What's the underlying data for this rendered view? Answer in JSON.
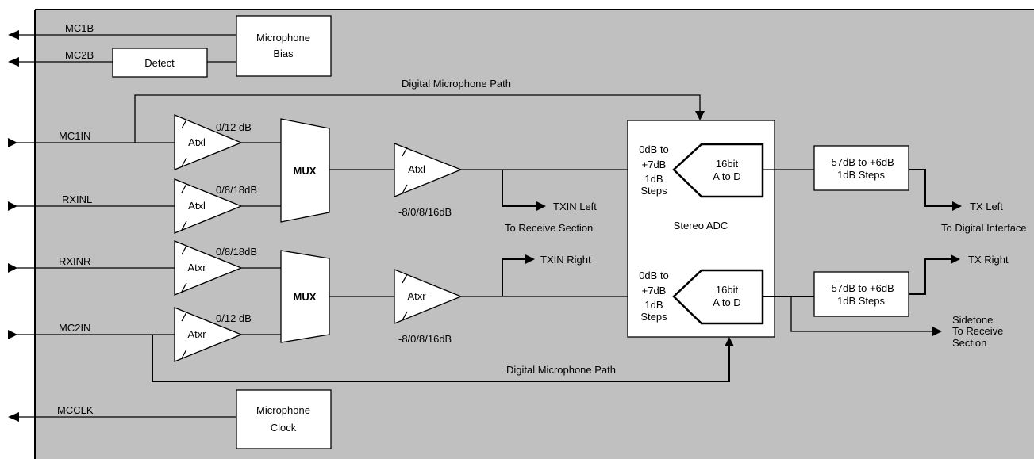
{
  "external_signals": {
    "mc1b": "MC1B",
    "mc2b": "MC2B",
    "mc1in": "MC1IN",
    "rxinl": "RXINL",
    "rxinr": "RXINR",
    "mc2in": "MC2IN",
    "mcclk": "MCCLK"
  },
  "blocks": {
    "mic_bias": [
      "Microphone",
      "Bias"
    ],
    "detect": "Detect",
    "mic_clock": [
      "Microphone",
      "Clock"
    ],
    "mux": "MUX",
    "amp_left": "Atxl",
    "amp_right": "Atxr",
    "adc_label": "Stereo ADC",
    "adc_gain": [
      "0dB to",
      "+7dB",
      "1dB",
      "Steps"
    ],
    "adc_conv": [
      "16bit",
      "A to D"
    ],
    "digital_gain": [
      "-57dB to +6dB",
      "1dB Steps"
    ]
  },
  "gains": {
    "mc1in": "0/12 dB",
    "rxinl": "0/8/18dB",
    "rxinr": "0/8/18dB",
    "mc2in": "0/12 dB",
    "post_mux_left": "-8/0/8/16dB",
    "post_mux_right": "-8/0/8/16dB"
  },
  "paths": {
    "digital_mic_top": "Digital Microphone Path",
    "digital_mic_bottom": "Digital Microphone Path"
  },
  "outputs": {
    "txin_left": "TXIN Left",
    "txin_right": "TXIN Right",
    "to_receive": "To Receive Section",
    "tx_left": "TX Left",
    "tx_right": "TX Right",
    "to_digital": "To Digital Interface",
    "sidetone": [
      "Sidetone",
      "To Receive",
      "Section"
    ]
  },
  "colors": {
    "background_panel": "#c0c0c0",
    "line": "#000000",
    "block_fill": "#ffffff"
  }
}
